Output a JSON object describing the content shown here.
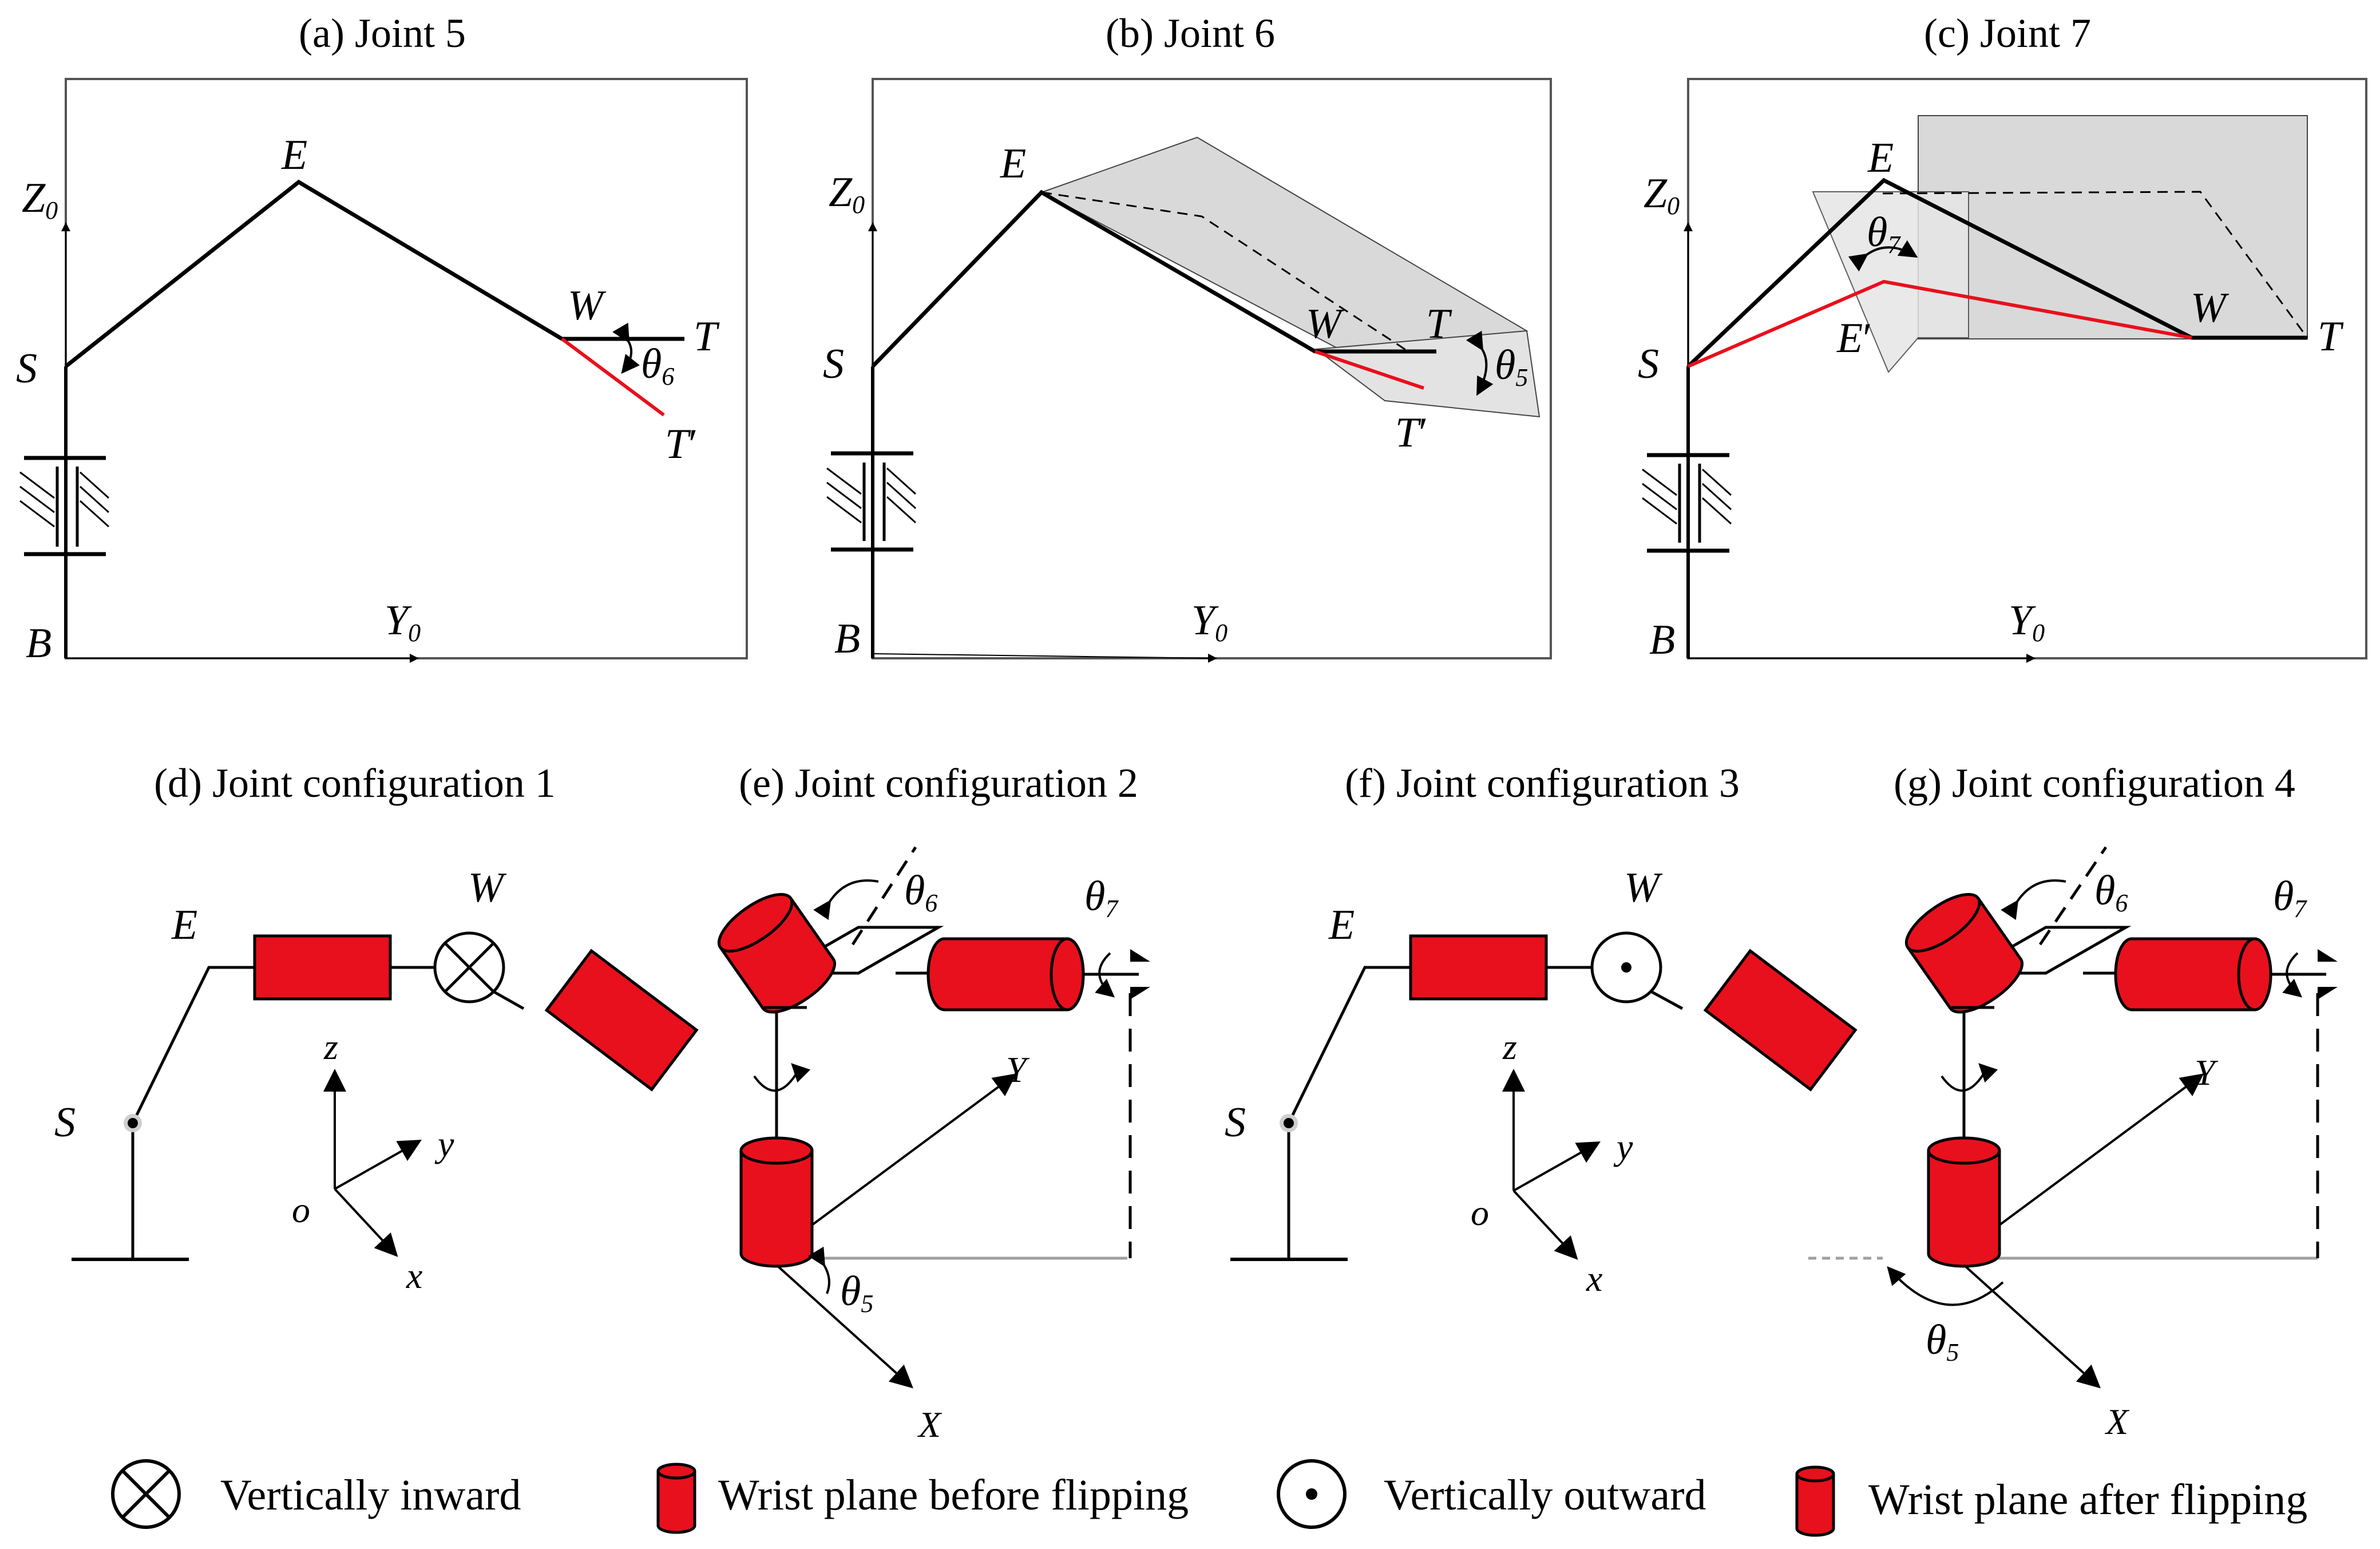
{
  "panels_top": [
    {
      "title": "(a) Joint 5",
      "labels": {
        "E": "E",
        "S": "S",
        "B": "B",
        "W": "W",
        "T": "T",
        "Tp": "T",
        "prime": "′",
        "Z": "Z",
        "Zsub": "0",
        "Y": "Y",
        "Ysub": "0",
        "theta": "θ",
        "thetaSub": "6"
      }
    },
    {
      "title": "(b) Joint 6",
      "labels": {
        "E": "E",
        "S": "S",
        "B": "B",
        "W": "W",
        "T": "T",
        "Tp": "T",
        "prime": "′",
        "Z": "Z",
        "Zsub": "0",
        "Y": "Y",
        "Ysub": "0",
        "theta": "θ",
        "thetaSub": "5"
      }
    },
    {
      "title": "(c) Joint 7",
      "labels": {
        "E": "E",
        "S": "S",
        "B": "B",
        "W": "W",
        "T": "T",
        "Ep": "E",
        "prime": "′",
        "Z": "Z",
        "Zsub": "0",
        "Y": "Y",
        "Ysub": "0",
        "theta": "θ",
        "thetaSub": "7"
      }
    }
  ],
  "panels_bottom": [
    {
      "title": "(d) Joint configuration 1",
      "labels": {
        "E": "E",
        "W": "W",
        "S": "S",
        "z": "z",
        "y": "y",
        "o": "o",
        "x": "x"
      }
    },
    {
      "title": "(e) Joint configuration 2",
      "labels": {
        "theta": "θ",
        "t6": "6",
        "t7": "7",
        "t5": "5",
        "Y": "Y",
        "X": "X"
      }
    },
    {
      "title": "(f) Joint configuration 3",
      "labels": {
        "E": "E",
        "W": "W",
        "S": "S",
        "z": "z",
        "y": "y",
        "o": "o",
        "x": "x"
      }
    },
    {
      "title": "(g) Joint configuration 4",
      "labels": {
        "theta": "θ",
        "t6": "6",
        "t7": "7",
        "t5": "5",
        "Y": "Y",
        "X": "X"
      }
    }
  ],
  "legend": [
    {
      "icon": "cross-circle-icon",
      "label": "Vertically inward"
    },
    {
      "icon": "red-cylinder-icon",
      "label": "Wrist plane before flipping"
    },
    {
      "icon": "dot-circle-icon",
      "label": "Vertically outward"
    },
    {
      "icon": "red-cylinder-icon",
      "label": "Wrist plane after flipping"
    }
  ],
  "colors": {
    "link": "#000000",
    "highlight": "#e8101c",
    "plane": "#d9d9d9",
    "frame": "#555555"
  }
}
